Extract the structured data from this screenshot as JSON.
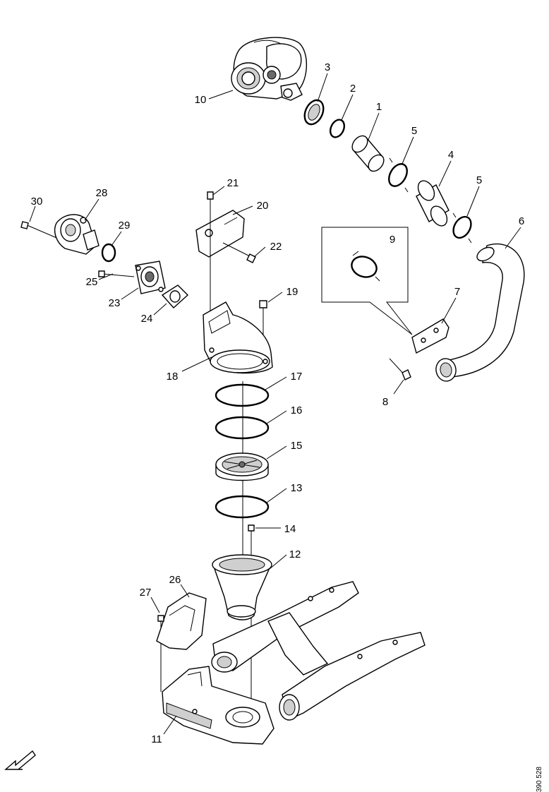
{
  "callouts": {
    "c1": "1",
    "c2": "2",
    "c3": "3",
    "c4": "4",
    "c5a": "5",
    "c5b": "5",
    "c6": "6",
    "c7": "7",
    "c8": "8",
    "c9": "9",
    "c10": "10",
    "c11": "11",
    "c12": "12",
    "c13": "13",
    "c14": "14",
    "c15": "15",
    "c16": "16",
    "c17": "17",
    "c18": "18",
    "c19": "19",
    "c20": "20",
    "c21": "21",
    "c22": "22",
    "c23": "23",
    "c24": "24",
    "c25": "25",
    "c26": "26",
    "c27": "27",
    "c28": "28",
    "c29": "29",
    "c30": "30"
  },
  "reference_number": "390 528",
  "icons": {
    "direction": "arrow-down-left-icon"
  }
}
